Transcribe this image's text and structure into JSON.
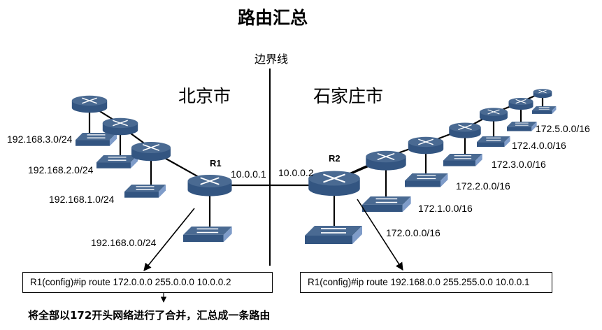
{
  "title": "路由汇总",
  "border_label": "边界线",
  "regions": {
    "left": "北京市",
    "right": "石家庄市"
  },
  "colors": {
    "device_top": "#4a6a92",
    "device_side": "#335581",
    "switch_side_light": "#7f9cc9",
    "link": "#000000",
    "glyph": "#ffffff"
  },
  "icons": {
    "router": "router-icon",
    "switch": "switch-icon"
  },
  "routers": {
    "r1": {
      "label": "R1",
      "interface_ip": "10.0.0.1"
    },
    "r2": {
      "label": "R2",
      "interface_ip": "10.0.0.2"
    }
  },
  "left_networks": [
    {
      "label": "192.168.3.0/24"
    },
    {
      "label": "192.168.2.0/24"
    },
    {
      "label": "192.168.1.0/24"
    },
    {
      "label": "192.168.0.0/24"
    }
  ],
  "right_networks": [
    {
      "label": "172.0.0.0/16"
    },
    {
      "label": "172.1.0.0/16"
    },
    {
      "label": "172.2.0.0/16"
    },
    {
      "label": "172.3.0.0/16"
    },
    {
      "label": "172.4.0.0/16"
    },
    {
      "label": "172.5.0.0/16"
    }
  ],
  "commands": {
    "left": "R1(config)#ip route 172.0.0.0 255.0.0.0 10.0.0.2",
    "right": "R1(config)#ip route 192.168.0.0 255.255.0.0 10.0.0.1"
  },
  "note": "将全部以172开头网络进行了合并，汇总成一条路由"
}
